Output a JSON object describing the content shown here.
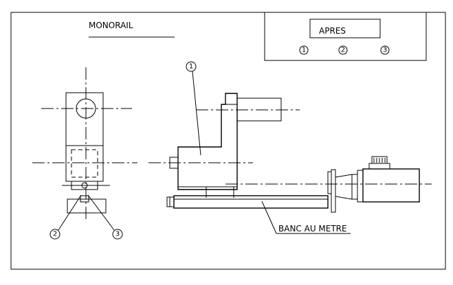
{
  "title": "MONORAIL",
  "legend": {
    "label": "APRES",
    "markers": [
      "1",
      "2",
      "3"
    ]
  },
  "callouts": {
    "part_1": "1",
    "part_2": "2",
    "part_3": "3"
  },
  "bench_label": "BANC AU METRE"
}
